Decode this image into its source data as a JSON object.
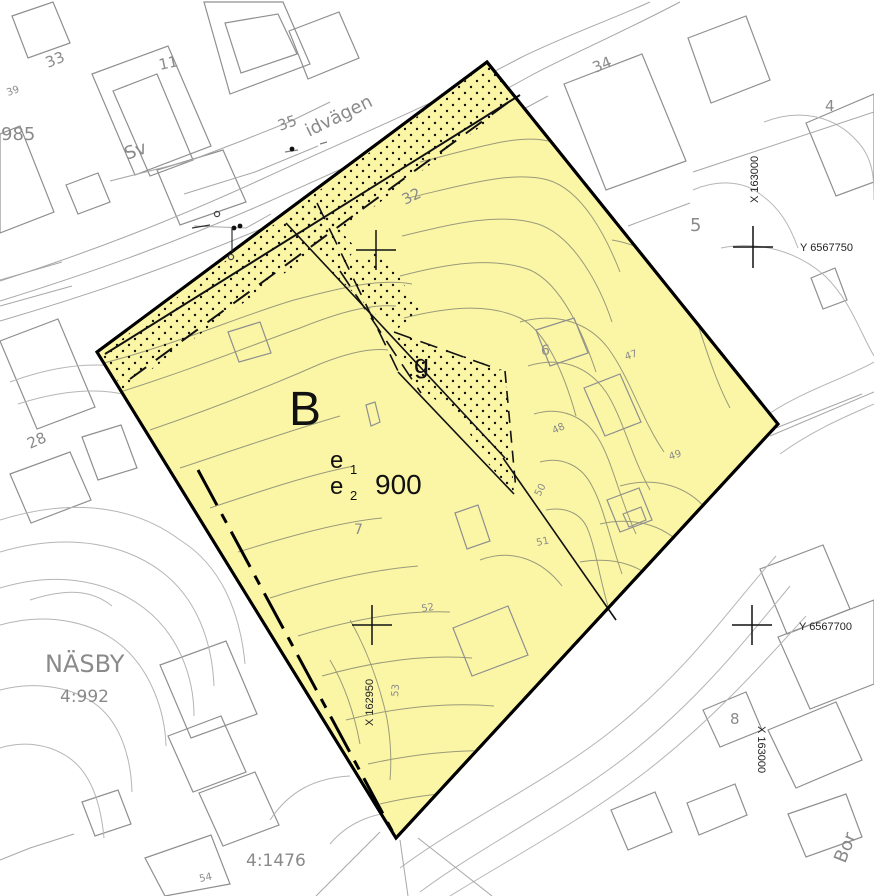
{
  "map": {
    "zone": {
      "code": "B",
      "sub_labels": [
        "e",
        "e"
      ],
      "sub_indices": [
        "1",
        "2"
      ],
      "value": "900",
      "marker": "g"
    },
    "coordinates": {
      "x_163000_upper": "X 163000",
      "y_6567750": "Y 6567750",
      "y_6567700": "Y 6567700",
      "x_163000_lower": "X 163000",
      "x_162950": "X 162950"
    },
    "place_labels": {
      "region": "NÄSBY",
      "parcel_4992": "4:992",
      "parcel_41476": "4:1476",
      "street_fragment": "Sv",
      "street_name": "idvägen",
      "edge_985": "985",
      "edge_bor": "Bor"
    },
    "lot_numbers": [
      "33",
      "11",
      "34",
      "35",
      "32",
      "4",
      "5",
      "6",
      "7",
      "8",
      "28"
    ],
    "contour_values": [
      "39",
      "47",
      "48",
      "49",
      "50",
      "51",
      "52",
      "53",
      "54"
    ],
    "colors": {
      "zone_fill": "#fbf6a6",
      "zone_border": "#000000",
      "map_lines": "#a7a7a7"
    }
  }
}
